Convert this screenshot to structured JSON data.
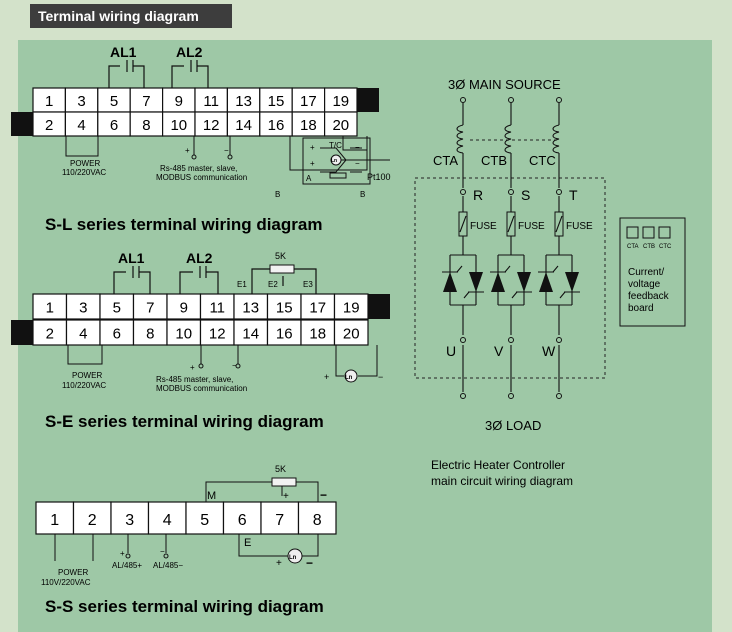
{
  "header": {
    "title": "Terminal wiring diagram"
  },
  "sl": {
    "caption": "S-L series terminal wiring diagram",
    "top_terminals": [
      "1",
      "3",
      "5",
      "7",
      "9",
      "11",
      "13",
      "15",
      "17",
      "19"
    ],
    "bottom_terminals": [
      "2",
      "4",
      "6",
      "8",
      "10",
      "12",
      "14",
      "16",
      "18",
      "20"
    ],
    "al1": "AL1",
    "al2": "AL2",
    "power": "POWER",
    "power_v": "110/220VAC",
    "rs485_1": "Rs-485 master, slave,",
    "rs485_2": "MODBUS communication",
    "tc": "T/C",
    "pt100": "Pt100",
    "a": "A",
    "b1": "B",
    "b2": "B",
    "plus": "+",
    "minus": "−",
    "ln": "Ln"
  },
  "se": {
    "caption": "S-E series terminal wiring diagram",
    "top_terminals": [
      "1",
      "3",
      "5",
      "7",
      "9",
      "11",
      "13",
      "15",
      "17",
      "19"
    ],
    "bottom_terminals": [
      "2",
      "4",
      "6",
      "8",
      "10",
      "12",
      "14",
      "16",
      "18",
      "20"
    ],
    "al1": "AL1",
    "al2": "AL2",
    "pot": "5K",
    "e1": "E1",
    "e2": "E2",
    "e3": "E3",
    "power": "POWER",
    "power_v": "110/220VAC",
    "rs485_1": "Rs-485 master, slave,",
    "rs485_2": "MODBUS communication",
    "plus": "+",
    "minus": "−",
    "ln": "Ln"
  },
  "ss": {
    "caption": "S-S series terminal wiring diagram",
    "terminals": [
      "1",
      "2",
      "3",
      "4",
      "5",
      "6",
      "7",
      "8"
    ],
    "pot": "5K",
    "m": "M",
    "e": "E",
    "power": "POWER",
    "power_v": "110V/220VAC",
    "al1": "AL/485+",
    "al2": "AL/485−",
    "plus": "+",
    "minus": "−",
    "ln": "Ln"
  },
  "main": {
    "source": "3Ø MAIN  SOURCE",
    "ct": [
      "CTA",
      "CTB",
      "CTC"
    ],
    "phases": [
      "R",
      "S",
      "T"
    ],
    "fuse": "FUSE",
    "outs": [
      "U",
      "V",
      "W"
    ],
    "load": "3Ø LOAD",
    "caption1": "Electric Heater Controller",
    "caption2": "main circuit wiring diagram"
  },
  "board": {
    "cts": [
      "CTA",
      "CTB",
      "CTC"
    ],
    "text": [
      "Current/",
      "voltage",
      "feedback",
      "board"
    ]
  }
}
